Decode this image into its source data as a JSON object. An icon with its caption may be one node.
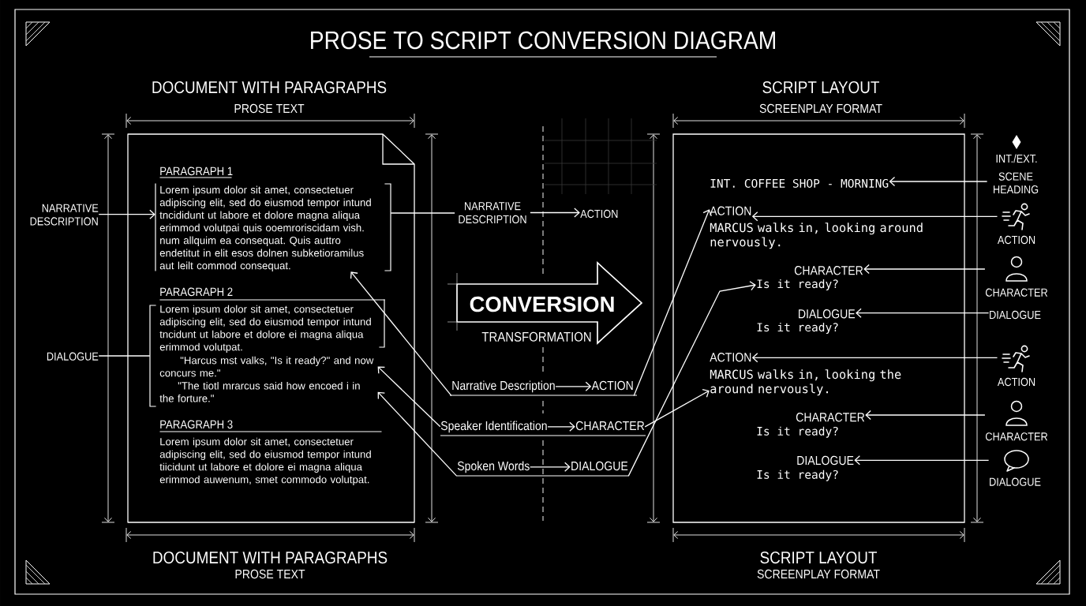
{
  "diagram": {
    "title": "PROSE TO SCRIPT CONVERSION DIAGRAM",
    "nodes": [
      {
        "text": [
          "DOCUMENT WITH PARAGRAPHS",
          "PROSE TEXT"
        ]
      },
      {
        "text": [
          "PARAGRAPH 1",
          "Lorem ipsum dolor sit amet, consectetuer adipiscing elit, sed do eiusmod tempor intund tncididunt ut labore et dolore magna aliqua erimmod volutpai quis ooemroriscidam vish. num allquim ea consequat. Quis auttro endetitut in elit esos dolnen subketioramilus aut leilt commod consequat."
        ],
        "in": 0
      },
      {
        "text": [
          "PARAGRAPH 2",
          "Lorem ipsum dolor sit amet, consectetuer adipiscing elit, sed do eiusmod tempor intund tncidunt ut labore et dolore ei magna aliqua erimmod volutpat."
        ],
        "in": 0
      },
      {
        "text": [
          "\"Harcus mst valks, \"Is it ready?\" and now concurs me.\""
        ],
        "in": 2
      },
      {
        "text": [
          "\"The tiotl mrarcus said how encoed i in the forture.\""
        ],
        "in": 2
      },
      {
        "text": [
          "PARAGRAPH 3",
          "Lorem ipsum dolor sit amet, consectetuer adipiscing elit, sed do eiusmod tempor intund tiicidunt ut labore et dolore ei magna aliqua erimmod auwenum, smet commodo volutpat."
        ],
        "in": 0
      },
      {
        "text": [
          "NARRATIVE DESCRIPTION"
        ]
      },
      {
        "text": [
          "DIALOGUE"
        ]
      },
      {
        "text": [
          "NARRATIVE DESCRIPTION"
        ]
      },
      {
        "text": [
          "ACTION"
        ]
      },
      {
        "text": [
          "CONVERSION",
          "TRANSFORMATION"
        ]
      },
      {
        "text": [
          "Narrative Description"
        ]
      },
      {
        "text": [
          "ACTION"
        ]
      },
      {
        "text": [
          "Speaker Identification"
        ]
      },
      {
        "text": [
          "CHARACTER"
        ]
      },
      {
        "text": [
          "Spoken Words"
        ]
      },
      {
        "text": [
          "DIALOGUE"
        ]
      },
      {
        "text": [
          "SCRIPT LAYOUT",
          "SCREENPLAY FORMAT"
        ]
      },
      {
        "text": [
          "INT. COFFEE SHOP - MORNING"
        ],
        "in": 17
      },
      {
        "text": [
          "ACTION"
        ],
        "in": 17
      },
      {
        "text": [
          "MARCUS walks in, looking around nervously."
        ],
        "in": 17
      },
      {
        "text": [
          "CHARACTER"
        ],
        "in": 17
      },
      {
        "text": [
          "Is it ready?"
        ],
        "in": 17
      },
      {
        "text": [
          "DIALOGUE"
        ],
        "in": 17
      },
      {
        "text": [
          "Is it ready?"
        ],
        "in": 17
      },
      {
        "text": [
          "ACTION"
        ],
        "in": 17
      },
      {
        "text": [
          "MARCUS walks in, looking the around nervously."
        ],
        "in": 17
      },
      {
        "text": [
          "CHARACTER"
        ],
        "in": 17
      },
      {
        "text": [
          "Is it ready?"
        ],
        "in": 17
      },
      {
        "text": [
          "DIALOGUE"
        ],
        "in": 17
      },
      {
        "text": [
          "Is it ready?"
        ],
        "in": 17
      },
      {
        "text": [
          "INT./EXT.",
          "SCENE HEADING"
        ]
      },
      {
        "text": [
          "ACTION"
        ]
      },
      {
        "text": [
          "CHARACTER"
        ]
      },
      {
        "text": [
          "DIALOGUE"
        ]
      },
      {
        "text": [
          "ACTION"
        ]
      },
      {
        "text": [
          "CHARACTER"
        ]
      },
      {
        "text": [
          "DIALOGUE"
        ]
      }
    ],
    "edges": [
      {
        "from": 6,
        "to": 1,
        "arrow": "to"
      },
      {
        "from": 7,
        "to": 2,
        "arrow": "none"
      },
      {
        "from": 1,
        "to": 8,
        "arrow": "none"
      },
      {
        "from": 8,
        "to": 9,
        "arrow": "to"
      },
      {
        "from": 11,
        "to": 12,
        "arrow": "to"
      },
      {
        "from": 13,
        "to": 14,
        "arrow": "to"
      },
      {
        "from": 15,
        "to": 16,
        "arrow": "to"
      },
      {
        "from": 11,
        "to": 1,
        "arrow": "to"
      },
      {
        "from": 12,
        "to": 19,
        "arrow": "to"
      },
      {
        "from": 13,
        "to": 3,
        "arrow": "to"
      },
      {
        "from": 14,
        "to": 26,
        "arrow": "to"
      },
      {
        "from": 15,
        "to": 4,
        "arrow": "to"
      },
      {
        "from": 16,
        "to": 22,
        "arrow": "to"
      },
      {
        "from": 31,
        "to": 18,
        "arrow": "to"
      },
      {
        "from": 32,
        "to": 19,
        "arrow": "to"
      },
      {
        "from": 33,
        "to": 21,
        "arrow": "to"
      },
      {
        "from": 34,
        "to": 23,
        "arrow": "to"
      },
      {
        "from": 35,
        "to": 25,
        "arrow": "to"
      },
      {
        "from": 36,
        "to": 27,
        "arrow": "to"
      },
      {
        "from": 37,
        "to": 29,
        "arrow": "to"
      }
    ],
    "labels": [
      "DOCUMENT WITH PARAGRAPHS",
      "SCRIPT LAYOUT",
      "PROSE TEXT",
      "SCREENPLAY FORMAT"
    ]
  }
}
